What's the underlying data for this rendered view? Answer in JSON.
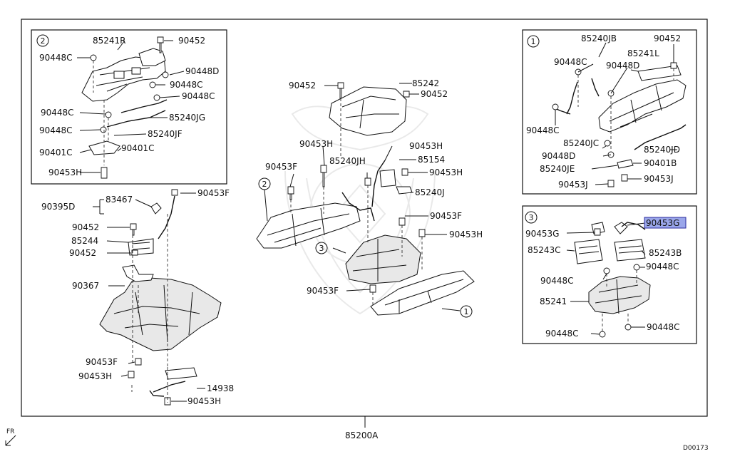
{
  "diagram": {
    "main_part": "85200A",
    "direction_label": "FR",
    "figure_code": "D00173",
    "highlighted_part": "90453G",
    "callout_numbers": [
      "1",
      "2",
      "3"
    ],
    "labels": {
      "p85241R": "85241R",
      "p90452_a": "90452",
      "p90448C_a": "90448C",
      "p90448D_a": "90448D",
      "p90448C_b": "90448C",
      "p90448C_c": "90448C",
      "p90448C_d": "90448C",
      "p85240JG": "85240JG",
      "p90448C_e": "90448C",
      "p85240JF": "85240JF",
      "p90401C_a": "90401C",
      "p90401C_b": "90401C",
      "p90453H_a": "90453H",
      "p90395D": "90395D",
      "p83467": "83467",
      "p90453F_a": "90453F",
      "p90452_b": "90452",
      "p85244": "85244",
      "p90452_c": "90452",
      "p90367": "90367",
      "p90453F_b": "90453F",
      "p90453H_b": "90453H",
      "p14938": "14938",
      "p90453H_c": "90453H",
      "p90452_d": "90452",
      "p85242": "85242",
      "p90452_e": "90452",
      "p90453H_d": "90453H",
      "p85240JH": "85240JH",
      "p90453H_e": "90453H",
      "p85154": "85154",
      "p90453F_c": "90453F",
      "p90453H_f": "90453H",
      "p85240J": "85240J",
      "p90453F_d": "90453F",
      "p90453H_g": "90453H",
      "p90453F_e": "90453F",
      "p85240JB": "85240JB",
      "p90452_f": "90452",
      "p90448C_f": "90448C",
      "p85241L": "85241L",
      "p90448D_b": "90448D",
      "p90448C_g": "90448C",
      "p85240JC": "85240JC",
      "p90448D_c": "90448D",
      "p85240JD": "85240JD",
      "p85240JE": "85240JE",
      "p90401B": "90401B",
      "p90453J_a": "90453J",
      "p90453J_b": "90453J",
      "p90453G_a": "90453G",
      "p85243C": "85243C",
      "p85243B": "85243B",
      "p90448C_h": "90448C",
      "p90448C_i": "90448C",
      "p85241": "85241",
      "p90448C_j": "90448C",
      "p90448C_k": "90448C"
    }
  }
}
